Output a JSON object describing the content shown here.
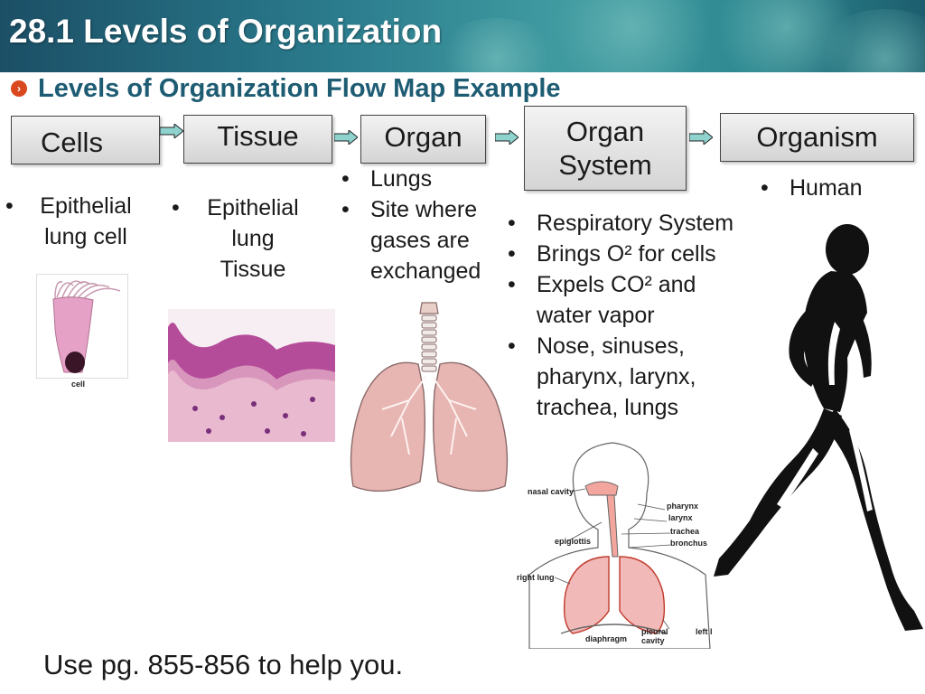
{
  "header": {
    "title": "28.1 Levels of Organization",
    "subtitle": "Levels of Organization Flow Map Example"
  },
  "flow": [
    {
      "label": "Cells"
    },
    {
      "label": "Tissue"
    },
    {
      "label": "Organ"
    },
    {
      "label_line1": "Organ",
      "label_line2": "System"
    },
    {
      "label": "Organism"
    }
  ],
  "details": {
    "cells": {
      "line1": "Epithelial",
      "line2": "lung cell"
    },
    "tissue": {
      "line1": "Epithelial",
      "line2": "lung",
      "line3": "Tissue"
    },
    "organ": {
      "items": [
        "Lungs",
        "Site where",
        "gases are",
        "exchanged"
      ]
    },
    "organ_system": {
      "items": [
        {
          "lines": [
            "Respiratory System"
          ]
        },
        {
          "lines": [
            "Brings O² for cells"
          ]
        },
        {
          "lines": [
            "Expels CO² and",
            "water vapor"
          ]
        },
        {
          "lines": [
            "Nose, sinuses,",
            "pharynx, larynx,",
            "trachea, lungs"
          ]
        }
      ]
    },
    "organism": {
      "items": [
        "Human"
      ]
    }
  },
  "image_labels": {
    "cell_caption": "cell",
    "diagram": {
      "nasal_cavity": "nasal cavity",
      "pharynx": "pharynx",
      "larynx": "larynx",
      "trachea": "trachea",
      "bronchus": "bronchus",
      "epiglottis": "epiglottis",
      "right_lung": "right lung",
      "left_lung": "left l",
      "diaphragm": "diaphragm",
      "pleural_line1": "pleural",
      "pleural_line2": "cavity"
    }
  },
  "footer": {
    "text": "Use pg. 855-856 to help you."
  },
  "colors": {
    "banner": "#2a7a8c",
    "subtitle": "#1e5c73",
    "bullet_icon": "#d9481f",
    "arrow": "#8fd3cf"
  }
}
